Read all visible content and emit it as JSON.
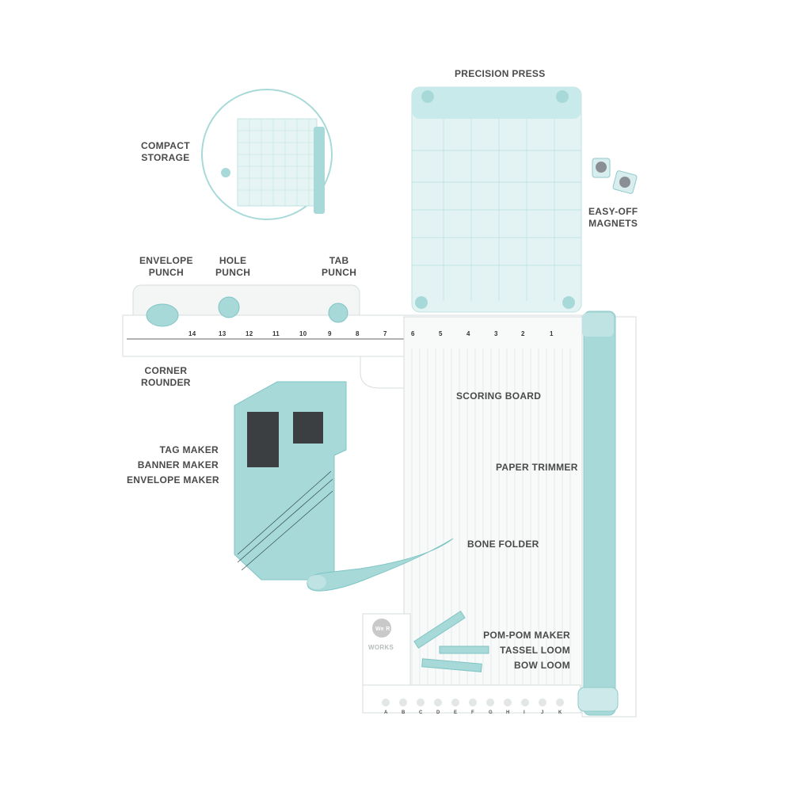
{
  "labels": {
    "compact_storage": [
      "COMPACT",
      "STORAGE"
    ],
    "precision_press": "PRECISION PRESS",
    "easy_off_magnets": [
      "EASY-OFF",
      "MAGNETS"
    ],
    "envelope_punch": [
      "ENVELOPE",
      "PUNCH"
    ],
    "hole_punch": [
      "HOLE",
      "PUNCH"
    ],
    "tab_punch": [
      "TAB",
      "PUNCH"
    ],
    "corner_rounder": [
      "CORNER",
      "ROUNDER"
    ],
    "scoring_board": "SCORING BOARD",
    "paper_trimmer": "PAPER TRIMMER",
    "tag_maker": "TAG MAKER",
    "banner_maker": "BANNER MAKER",
    "envelope_maker": "ENVELOPE MAKER",
    "bone_folder": "BONE FOLDER",
    "pom_pom_maker": "POM-POM MAKER",
    "tassel_loom": "TASSEL LOOM",
    "bow_loom": "BOW LOOM"
  },
  "ruler_numbers": [
    "14",
    "13",
    "12",
    "11",
    "10",
    "9",
    "8",
    "7",
    "6",
    "5",
    "4",
    "3",
    "2",
    "1"
  ],
  "bottom_letters": [
    "A",
    "B",
    "C",
    "D",
    "E",
    "F",
    "G",
    "H",
    "I",
    "J",
    "K"
  ],
  "brand": {
    "logo": "We R",
    "name": "WORKS"
  },
  "colors": {
    "mint": "#a8d9d9",
    "mint_dark": "#7fc4c4",
    "label": "#4a4a4a"
  }
}
